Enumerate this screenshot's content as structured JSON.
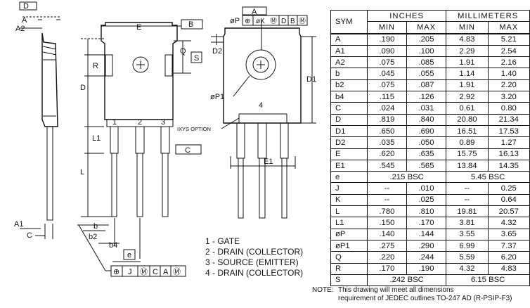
{
  "labels": {
    "D_box": "D",
    "A": "A",
    "A2": "A2",
    "E": "E",
    "B_box": "B",
    "Q": "Q",
    "S": "S",
    "R": "R",
    "D_side": "D",
    "L1": "L1",
    "L": "L",
    "C_box": "C",
    "A1": "A1",
    "C": "C",
    "b": "b",
    "b2": "b2",
    "b4": "b4",
    "e": "e",
    "pin1": "1",
    "pin2": "2",
    "pin3": "3",
    "A_box": "A",
    "phiP": "øP",
    "D2": "D2",
    "D1": "D1",
    "phiP1": "øP1",
    "pad4": "4",
    "ixys": "IXYS OPTION",
    "E1": "E1",
    "tol_top": [
      "⊕",
      "øK",
      "Ⓜ",
      "D",
      "B",
      "Ⓜ"
    ],
    "tol_bottom": [
      "⊕",
      "J",
      "Ⓜ",
      "C",
      "A",
      "Ⓜ"
    ]
  },
  "pins": [
    "1  -  GATE",
    "2  -  DRAIN (COLLECTOR)",
    "3  -  SOURCE (EMITTER)",
    "4  -  DRAIN (COLLECTOR)"
  ],
  "table": {
    "sym_header": "SYM",
    "inches_header": "INCHES",
    "mm_header": "MILLIMETERS",
    "min": "MIN",
    "max": "MAX",
    "rows": [
      [
        "A",
        ".190",
        ".205",
        "4.83",
        "5.21"
      ],
      [
        "A1",
        ".090",
        ".100",
        "2.29",
        "2.54"
      ],
      [
        "A2",
        ".075",
        ".085",
        "1.91",
        "2.16"
      ],
      [
        "b",
        ".045",
        ".055",
        "1.14",
        "1.40"
      ],
      [
        "b2",
        ".075",
        ".087",
        "1.91",
        "2.20"
      ],
      [
        "b4",
        ".115",
        ".126",
        "2.92",
        "3.20"
      ],
      [
        "C",
        ".024",
        ".031",
        "0.61",
        "0.80"
      ],
      [
        "D",
        ".819",
        ".840",
        "20.80",
        "21.34"
      ],
      [
        "D1",
        ".650",
        ".690",
        "16.51",
        "17.53"
      ],
      [
        "D2",
        ".035",
        ".050",
        "0.89",
        "1.27"
      ],
      [
        "E",
        ".620",
        ".635",
        "15.75",
        "16.13"
      ],
      [
        "E1",
        ".545",
        ".565",
        "13.84",
        "14.35"
      ],
      [
        "e",
        ".215 BSC",
        "",
        "5.45 BSC",
        ""
      ],
      [
        "J",
        "--",
        ".010",
        "--",
        "0.25"
      ],
      [
        "K",
        "--",
        ".025",
        "--",
        "0.64"
      ],
      [
        "L",
        ".780",
        ".810",
        "19.81",
        "20.57"
      ],
      [
        "L1",
        ".150",
        ".170",
        "3.81",
        "4.32"
      ],
      [
        "øP",
        ".140",
        ".144",
        "3.55",
        "3.65"
      ],
      [
        "øP1",
        ".275",
        ".290",
        "6.99",
        "7.37"
      ],
      [
        "Q",
        ".220",
        ".244",
        "5.59",
        "6.20"
      ],
      [
        "R",
        ".170",
        ".190",
        "4.32",
        "4.83"
      ],
      [
        "S",
        ".242 BSC",
        "",
        "6.15 BSC",
        ""
      ]
    ]
  },
  "note": {
    "label": "NOTE:",
    "line1": "This drawing will meet all dimensions",
    "line2": "requirement of JEDEC outlines TO-247 AD (R-PSIP-F3)"
  }
}
